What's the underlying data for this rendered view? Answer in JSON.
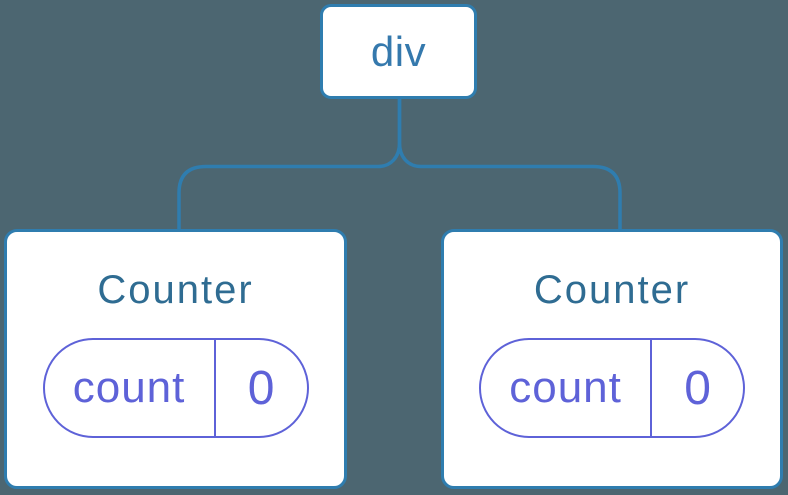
{
  "colors": {
    "background": "#4C6671",
    "tree_line": "#2F7DAF",
    "node_border": "#2F7DAF",
    "node_background": "#FFFFFF",
    "root_label": "#3579AD",
    "component_title": "#2F6C92",
    "state_accent": "#5E62D8"
  },
  "tree": {
    "root": {
      "label": "div"
    },
    "children": [
      {
        "title": "Counter",
        "state_pill": {
          "name": "count",
          "value": "0"
        }
      },
      {
        "title": "Counter",
        "state_pill": {
          "name": "count",
          "value": "0"
        }
      }
    ]
  }
}
